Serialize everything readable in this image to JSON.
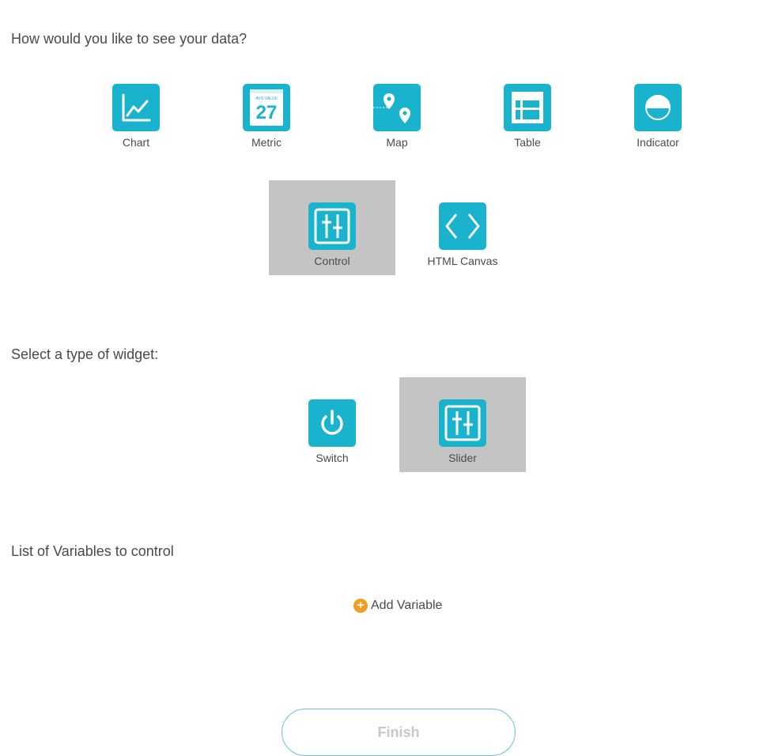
{
  "sections": {
    "data_view_heading": "How would you like to see your data?",
    "widget_type_heading": "Select a type of widget:",
    "variables_heading": "List of Variables to control"
  },
  "data_views": [
    {
      "label": "Chart",
      "icon": "chart-icon",
      "selected": false
    },
    {
      "label": "Metric",
      "icon": "metric-calendar-icon",
      "selected": false,
      "icon_text": {
        "caption": "AVG VALUE",
        "number": "27"
      }
    },
    {
      "label": "Map",
      "icon": "map-pin-icon",
      "selected": false
    },
    {
      "label": "Table",
      "icon": "table-icon",
      "selected": false
    },
    {
      "label": "Indicator",
      "icon": "indicator-icon",
      "selected": false
    },
    {
      "label": "Control",
      "icon": "sliders-icon",
      "selected": true
    },
    {
      "label": "HTML Canvas",
      "icon": "code-brackets-icon",
      "selected": false
    }
  ],
  "widget_types": [
    {
      "label": "Switch",
      "icon": "power-icon",
      "selected": false
    },
    {
      "label": "Slider",
      "icon": "sliders-icon",
      "selected": true
    }
  ],
  "variables": {
    "add_label": "Add Variable",
    "add_icon": "plus-circle-icon"
  },
  "finish_label": "Finish",
  "colors": {
    "accent": "#1ab3cd",
    "selected_bg": "#c4c4c4",
    "add_icon": "#f39c1f",
    "finish_border": "#69c3d6",
    "finish_text": "#c8c8c8"
  }
}
